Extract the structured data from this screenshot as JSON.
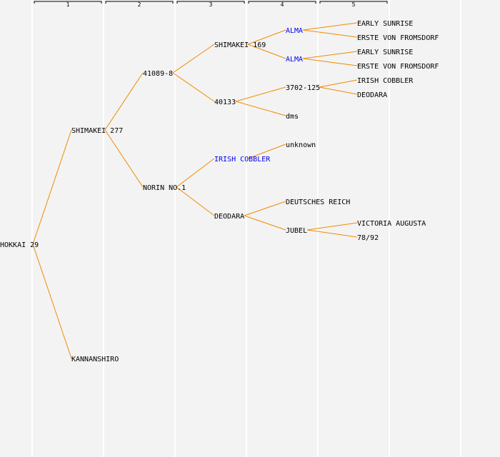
{
  "generations": [
    "1",
    "2",
    "3",
    "4",
    "5"
  ],
  "colors": {
    "edge": "#f08c00",
    "link": "#0000ee",
    "text": "#000000",
    "background": "#f3f3f3"
  },
  "nodes": [
    {
      "id": "n0",
      "label": "HOKKAI 29",
      "gen": 0,
      "row": 16,
      "parent": null,
      "link": false
    },
    {
      "id": "n1",
      "label": "SHIMAKEI 277",
      "gen": 1,
      "row": 8,
      "parent": "n0",
      "link": false
    },
    {
      "id": "n2",
      "label": "KANNANSHIRO",
      "gen": 1,
      "row": 24,
      "parent": "n0",
      "link": false
    },
    {
      "id": "n3",
      "label": "41089-8",
      "gen": 2,
      "row": 4,
      "parent": "n1",
      "link": false
    },
    {
      "id": "n4",
      "label": "NORIN NO.1",
      "gen": 2,
      "row": 12,
      "parent": "n1",
      "link": false
    },
    {
      "id": "n5",
      "label": "SHIMAKEI 169",
      "gen": 3,
      "row": 2,
      "parent": "n3",
      "link": false
    },
    {
      "id": "n6",
      "label": "40133",
      "gen": 3,
      "row": 6,
      "parent": "n3",
      "link": false
    },
    {
      "id": "n7",
      "label": "IRISH COBBLER",
      "gen": 3,
      "row": 10,
      "parent": "n4",
      "link": true
    },
    {
      "id": "n8",
      "label": "DEODARA",
      "gen": 3,
      "row": 14,
      "parent": "n4",
      "link": false
    },
    {
      "id": "n9",
      "label": "ALMA",
      "gen": 4,
      "row": 1,
      "parent": "n5",
      "link": true
    },
    {
      "id": "n10",
      "label": "ALMA",
      "gen": 4,
      "row": 3,
      "parent": "n5",
      "link": true
    },
    {
      "id": "n11",
      "label": "3702-125",
      "gen": 4,
      "row": 5,
      "parent": "n6",
      "link": false
    },
    {
      "id": "n12",
      "label": "dms",
      "gen": 4,
      "row": 7,
      "parent": "n6",
      "link": false
    },
    {
      "id": "n13",
      "label": "unknown",
      "gen": 4,
      "row": 9,
      "parent": "n7",
      "link": false
    },
    {
      "id": "n14",
      "label": "DEUTSCHES REICH",
      "gen": 4,
      "row": 13,
      "parent": "n8",
      "link": false
    },
    {
      "id": "n15",
      "label": "JUBEL",
      "gen": 4,
      "row": 15,
      "parent": "n8",
      "link": false
    },
    {
      "id": "n16",
      "label": "EARLY SUNRISE",
      "gen": 5,
      "row": 0.5,
      "parent": "n9",
      "link": false
    },
    {
      "id": "n17",
      "label": "ERSTE VON FROMSDORF",
      "gen": 5,
      "row": 1.5,
      "parent": "n9",
      "link": false
    },
    {
      "id": "n18",
      "label": "EARLY SUNRISE",
      "gen": 5,
      "row": 2.5,
      "parent": "n10",
      "link": false
    },
    {
      "id": "n19",
      "label": "ERSTE VON FROMSDORF",
      "gen": 5,
      "row": 3.5,
      "parent": "n10",
      "link": false
    },
    {
      "id": "n20",
      "label": "IRISH COBBLER",
      "gen": 5,
      "row": 4.5,
      "parent": "n11",
      "link": false
    },
    {
      "id": "n21",
      "label": "DEODARA",
      "gen": 5,
      "row": 5.5,
      "parent": "n11",
      "link": false
    },
    {
      "id": "n22",
      "label": "VICTORIA AUGUSTA",
      "gen": 5,
      "row": 14.5,
      "parent": "n15",
      "link": false
    },
    {
      "id": "n23",
      "label": "78/92",
      "gen": 5,
      "row": 15.5,
      "parent": "n15",
      "link": false
    }
  ]
}
